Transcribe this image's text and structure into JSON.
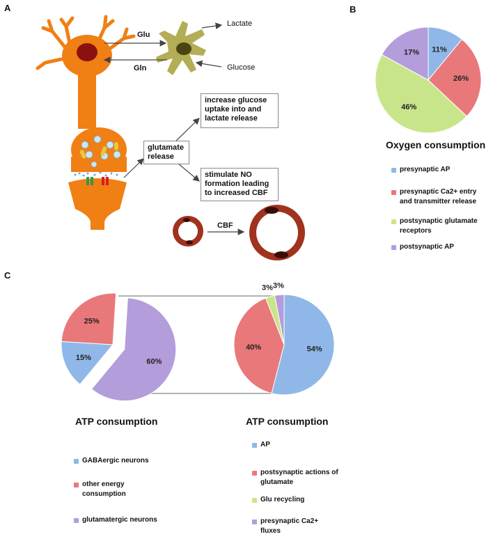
{
  "panels": {
    "a": "A",
    "b": "B",
    "c": "C"
  },
  "panel_a": {
    "labels": {
      "glu": "Glu",
      "gln": "Gln",
      "lactate": "Lactate",
      "glucose": "Glucose",
      "cbf": "CBF"
    },
    "boxes": {
      "glutamate_release": "glutamate release",
      "increase_glucose": "increase glucose uptake into and lactate release",
      "stimulate_no": "stimulate NO formation leading to increased CBF"
    }
  },
  "chart_data": [
    {
      "id": "oxygen",
      "type": "pie",
      "title": "Oxygen consumption",
      "slices": [
        {
          "label": "presynaptic AP",
          "value": 11,
          "text": "11%",
          "color": "#8fb8e8"
        },
        {
          "label": "presynaptic Ca2+ entry and transmitter release",
          "value": 26,
          "text": "26%",
          "color": "#e9787a"
        },
        {
          "label": "postsynaptic glutamate receptors",
          "value": 46,
          "text": "46%",
          "color": "#c9e58c"
        },
        {
          "label": "postsynaptic AP",
          "value": 17,
          "text": "17%",
          "color": "#b39ddb"
        }
      ],
      "legend_labels": [
        "presynaptic AP",
        "presynaptic Ca2+ entry and transmitter release",
        "postsynaptic glutamate receptors",
        "postsynaptic AP"
      ]
    },
    {
      "id": "atp_left",
      "type": "pie",
      "title": "ATP consumption",
      "slices": [
        {
          "label": "GABAergic neurons",
          "value": 15,
          "text": "15%",
          "color": "#8fb8e8"
        },
        {
          "label": "other energy consumption",
          "value": 25,
          "text": "25%",
          "color": "#e9787a"
        },
        {
          "label": "glutamatergic neurons",
          "value": 60,
          "text": "60%",
          "color": "#b39ddb"
        }
      ],
      "legend_labels": [
        "GABAergic neurons",
        "other energy consumption",
        "glutamatergic neurons"
      ]
    },
    {
      "id": "atp_right",
      "type": "pie",
      "title": "ATP consumption",
      "slices": [
        {
          "label": "AP",
          "value": 54,
          "text": "54%",
          "color": "#8fb8e8"
        },
        {
          "label": "postsynaptic actions of glutamate",
          "value": 40,
          "text": "40%",
          "color": "#e9787a"
        },
        {
          "label": "Glu recycling",
          "value": 3,
          "text": "3%",
          "color": "#c9e58c"
        },
        {
          "label": "presynaptic Ca2+ fluxes",
          "value": 3,
          "text": "3%",
          "color": "#b39ddb"
        }
      ],
      "legend_labels": [
        "AP",
        "postsynaptic actions of glutamate",
        "Glu recycling",
        "presynaptic Ca2+ fluxes"
      ]
    }
  ]
}
